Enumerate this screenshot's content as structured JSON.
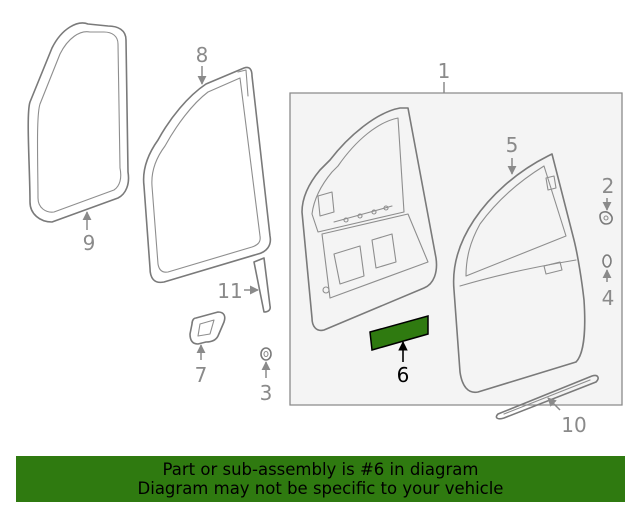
{
  "callouts": {
    "c1": "1",
    "c2": "2",
    "c3": "3",
    "c4": "4",
    "c5": "5",
    "c6": "6",
    "c7": "7",
    "c8": "8",
    "c9": "9",
    "c10": "10",
    "c11": "11"
  },
  "highlight": {
    "part": "6",
    "color": "#2f7a10"
  },
  "banner": {
    "line1": "Part or sub-assembly is #6 in diagram",
    "line2": "Diagram may not be specific to your vehicle"
  }
}
